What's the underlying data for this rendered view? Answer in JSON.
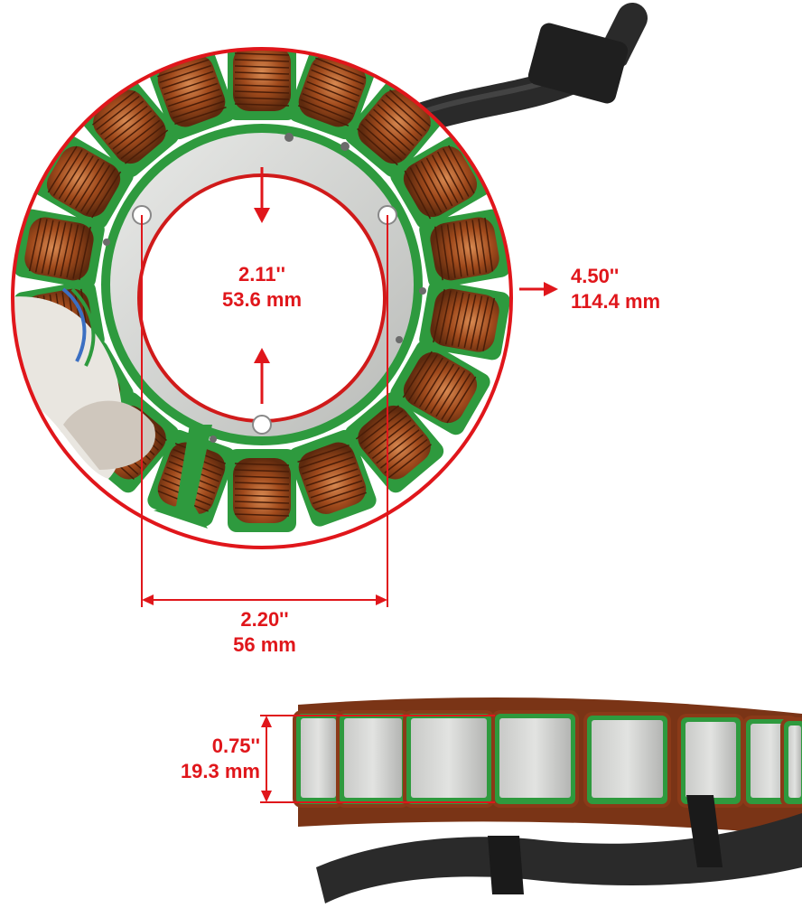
{
  "colors": {
    "accent": "#e0161b",
    "coil_copper": "#a04a1c",
    "coil_highlight": "#d88a52",
    "insulation_green": "#2e9a3e",
    "steel_core": "#d7d8d6",
    "cable_black": "#2a2a2a"
  },
  "dimensions": {
    "inner_diameter": {
      "inch": "2.11''",
      "mm": "53.6 mm"
    },
    "outer_diameter": {
      "inch": "4.50''",
      "mm": "114.4 mm"
    },
    "hole_spacing": {
      "inch": "2.20''",
      "mm": "56 mm"
    },
    "thickness": {
      "inch": "0.75''",
      "mm": "19.3 mm"
    }
  }
}
